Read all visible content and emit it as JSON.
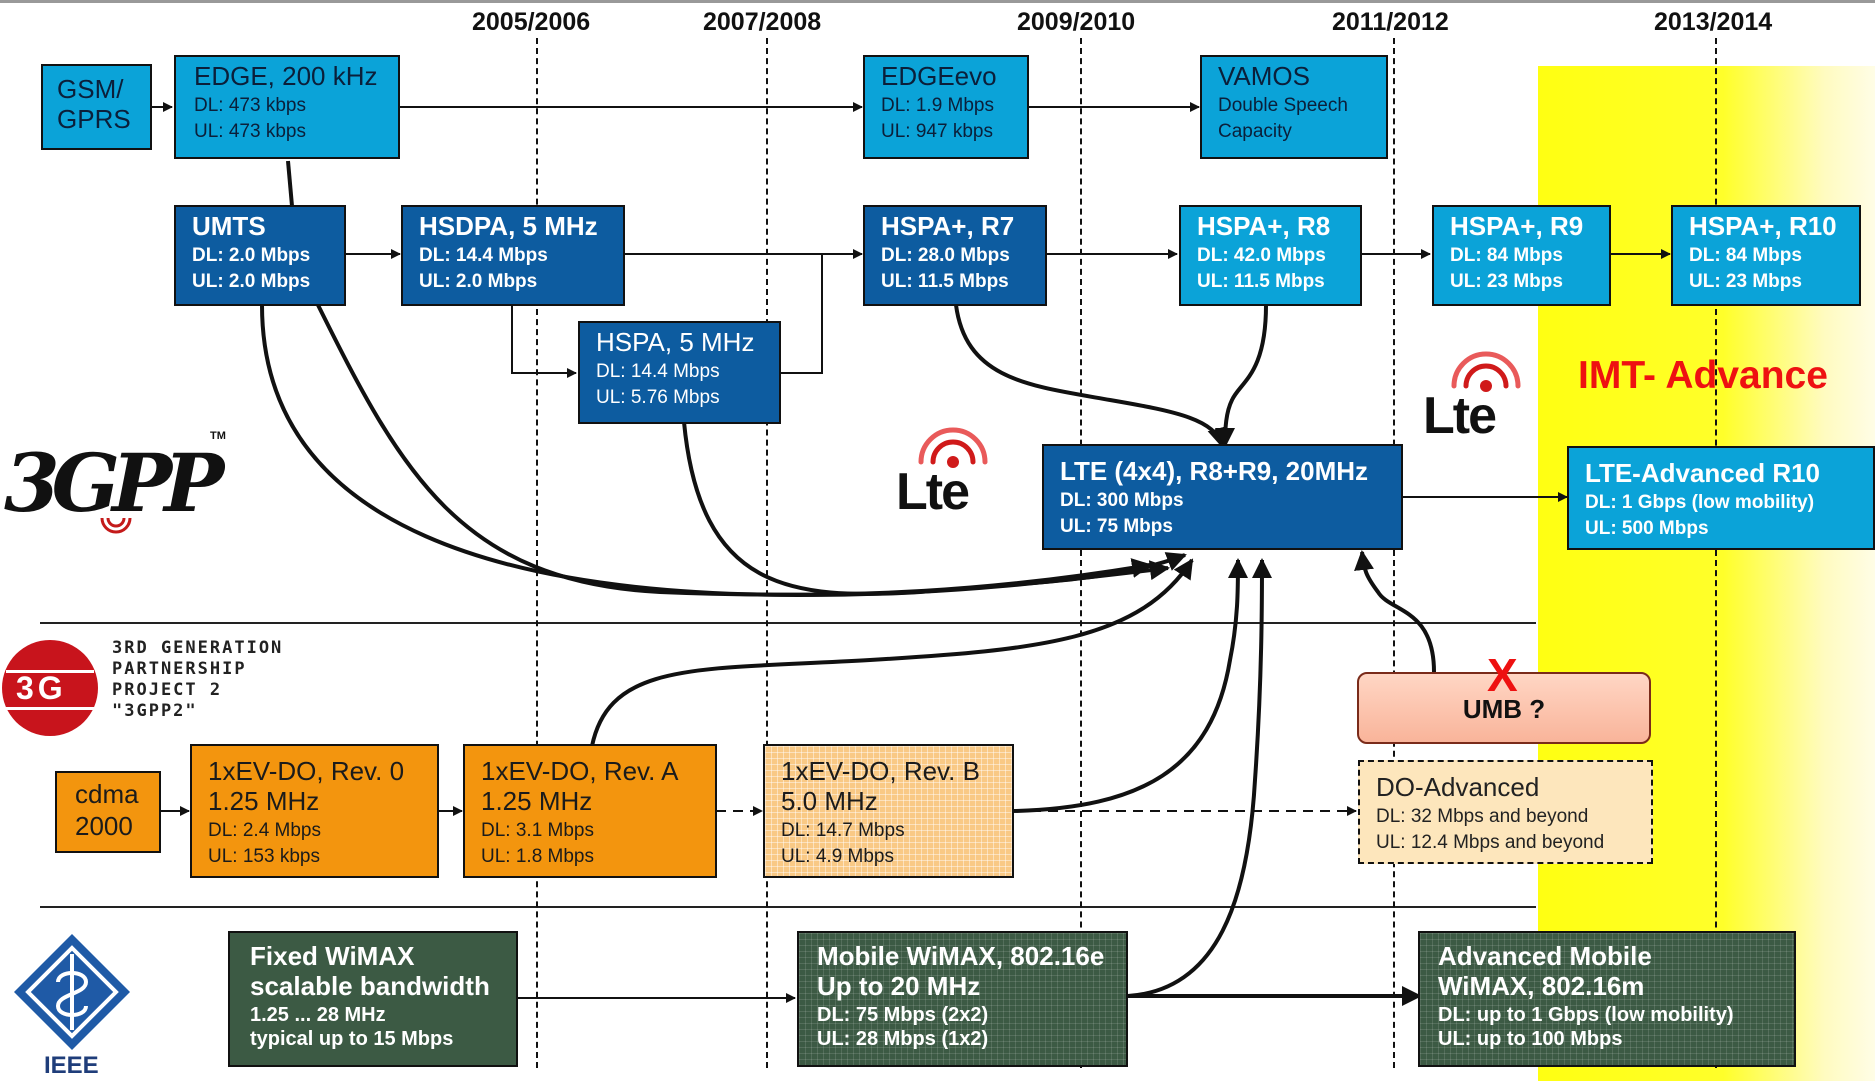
{
  "years": [
    "2005/2006",
    "2007/2008",
    "2009/2010",
    "2011/2012",
    "2013/2014"
  ],
  "imt_advance_label": "IMT- Advance",
  "logos": {
    "lte": "Lte",
    "lte_advanced": "Lte",
    "threegpp": "3GPP",
    "threegpp_tm": "TM",
    "threegpp2_badge": "3G",
    "threegpp2_name": [
      "3RD GENERATION",
      "PARTNERSHIP",
      "PROJECT 2",
      "\"3GPP2\""
    ],
    "ieee": "IEEE"
  },
  "boxes": {
    "gsm": {
      "title": "GSM/",
      "line2": "GPRS"
    },
    "edge": {
      "title": "EDGE, 200 kHz",
      "dl": "DL: 473 kbps",
      "ul": "UL: 473 kbps"
    },
    "edgeevo": {
      "title": "EDGEevo",
      "dl": "DL: 1.9 Mbps",
      "ul": "UL: 947 kbps"
    },
    "vamos": {
      "title": "VAMOS",
      "l1": "Double Speech",
      "l2": "Capacity"
    },
    "umts": {
      "title": "UMTS",
      "dl": "DL: 2.0 Mbps",
      "ul": "UL: 2.0 Mbps"
    },
    "hsdpa": {
      "title": "HSDPA, 5 MHz",
      "dl": "DL: 14.4 Mbps",
      "ul": "UL: 2.0 Mbps"
    },
    "hspa": {
      "title": "HSPA, 5 MHz",
      "dl": "DL: 14.4 Mbps",
      "ul": "UL: 5.76 Mbps"
    },
    "hspa_r7": {
      "title": "HSPA+, R7",
      "dl": "DL: 28.0 Mbps",
      "ul": "UL: 11.5 Mbps"
    },
    "hspa_r8": {
      "title": "HSPA+, R8",
      "dl": "DL: 42.0 Mbps",
      "ul": "UL: 11.5 Mbps"
    },
    "hspa_r9": {
      "title": "HSPA+, R9",
      "dl": "DL: 84 Mbps",
      "ul": "UL: 23 Mbps"
    },
    "hspa_r10": {
      "title": "HSPA+, R10",
      "dl": "DL: 84 Mbps",
      "ul": "UL: 23 Mbps"
    },
    "lte": {
      "title": "LTE (4x4), R8+R9, 20MHz",
      "dl": "DL: 300 Mbps",
      "ul": "UL: 75 Mbps"
    },
    "lte_adv": {
      "title": "LTE-Advanced R10",
      "dl": "DL: 1 Gbps (low mobility)",
      "ul": "UL: 500 Mbps"
    },
    "umb": {
      "title": "UMB ?",
      "mark": "X"
    },
    "cdma": {
      "title": "cdma",
      "line2": "2000"
    },
    "evdo0": {
      "title": "1xEV-DO, Rev. 0",
      "line2": "1.25 MHz",
      "dl": "DL: 2.4 Mbps",
      "ul": "UL: 153 kbps"
    },
    "evdoa": {
      "title": "1xEV-DO, Rev. A",
      "line2": "1.25 MHz",
      "dl": "DL: 3.1 Mbps",
      "ul": "UL: 1.8 Mbps"
    },
    "evdob": {
      "title": "1xEV-DO, Rev. B",
      "line2": "5.0 MHz",
      "dl": "DL: 14.7 Mbps",
      "ul": "UL: 4.9 Mbps"
    },
    "doadv": {
      "title": "DO-Advanced",
      "dl": "DL: 32 Mbps and beyond",
      "ul": "UL: 12.4 Mbps and beyond"
    },
    "wimax_fixed": {
      "title": "Fixed WiMAX",
      "line2": "scalable bandwidth",
      "l3": "1.25 ... 28 MHz",
      "l4": "typical up to 15 Mbps"
    },
    "wimax_mobile": {
      "title": "Mobile WiMAX, 802.16e",
      "line2": "Up to 20 MHz",
      "dl": "DL: 75 Mbps (2x2)",
      "ul": "UL: 28 Mbps (1x2)"
    },
    "wimax_adv": {
      "title": "Advanced Mobile",
      "line2": "WiMAX, 802.16m",
      "dl": "DL: up to 1 Gbps (low mobility)",
      "ul": "UL: up to 100 Mbps"
    }
  },
  "colors": {
    "light_blue": "#0ba3d8",
    "dark_blue": "#0d5ca0",
    "orange": "#f3950e",
    "green": "#3c5a44",
    "imt_yellow": "#ffff1a",
    "imt_red": "#ee1111"
  }
}
